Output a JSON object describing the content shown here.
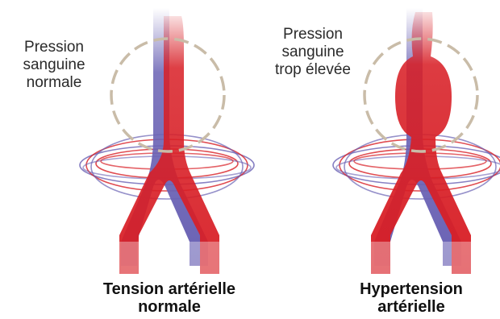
{
  "colors": {
    "artery": "#d81f26",
    "vein": "#6a62b4",
    "highlight_circle": "#c9bca8",
    "text": "#111111"
  },
  "panels": [
    {
      "id": "normal",
      "top_label": [
        "Pression",
        "sanguine",
        "normale"
      ],
      "bottom_label": [
        "Tension artérielle",
        "normale"
      ]
    },
    {
      "id": "hypertension",
      "top_label": [
        "Pression",
        "sanguine",
        "trop élevée"
      ],
      "bottom_label": [
        "Hypertension",
        "artérielle"
      ]
    }
  ]
}
